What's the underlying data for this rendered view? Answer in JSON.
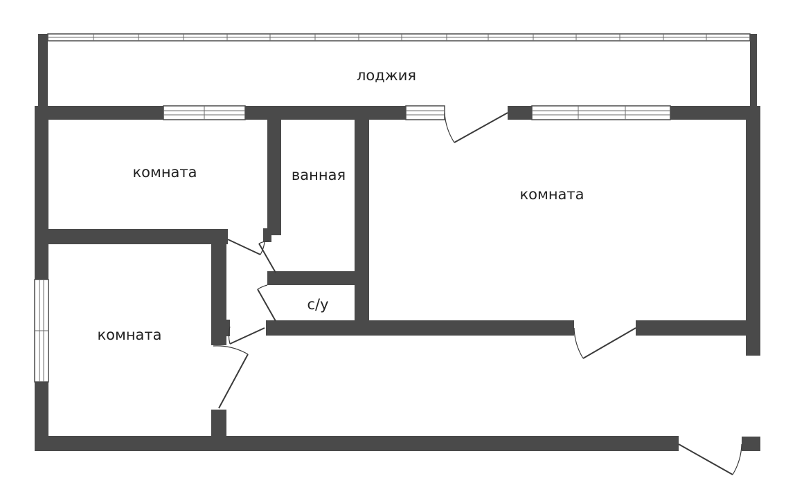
{
  "rooms": {
    "loggia": "лоджия",
    "room_top_left": "комната",
    "bathroom": "ванная",
    "room_right": "комната",
    "wc": "с/у",
    "room_bottom_left": "комната"
  },
  "colors": {
    "wall": "#4a4a4a",
    "background": "#ffffff",
    "text": "#222222"
  }
}
